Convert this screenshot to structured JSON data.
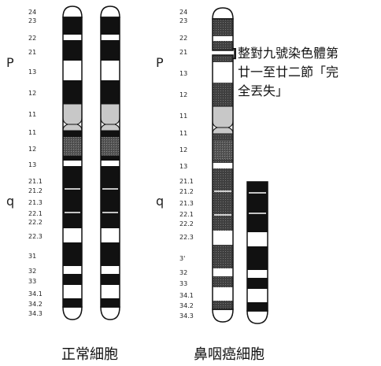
{
  "normal_label_column": {
    "p_bands": [
      "24",
      "23",
      "22",
      "21",
      "13",
      "12",
      "11"
    ],
    "q_bands": [
      "11",
      "12",
      "13",
      "21.1",
      "21.2",
      "21.3",
      "22.1",
      "22.2",
      "22.3",
      "31",
      "32",
      "33",
      "34.1",
      "34.2",
      "34.3"
    ]
  },
  "npc_label_column": {
    "p_bands": [
      "24",
      "23",
      "22",
      "21",
      "13",
      "12",
      "11"
    ],
    "q_bands": [
      "11",
      "12",
      "13",
      "21.1",
      "21.2",
      "21.3",
      "22.1",
      "22.2",
      "22.3",
      "3'",
      "32",
      "33",
      "34.1",
      "34.2",
      "34.3"
    ]
  },
  "arm_labels": {
    "p": "P",
    "q": "q"
  },
  "annotation": {
    "bracket": "]",
    "lines": [
      "整對九號染色體第",
      "廿一至廿二節「完",
      "全丟失」"
    ]
  },
  "captions": {
    "normal": "正常細胞",
    "npc": "鼻咽癌細胞"
  }
}
